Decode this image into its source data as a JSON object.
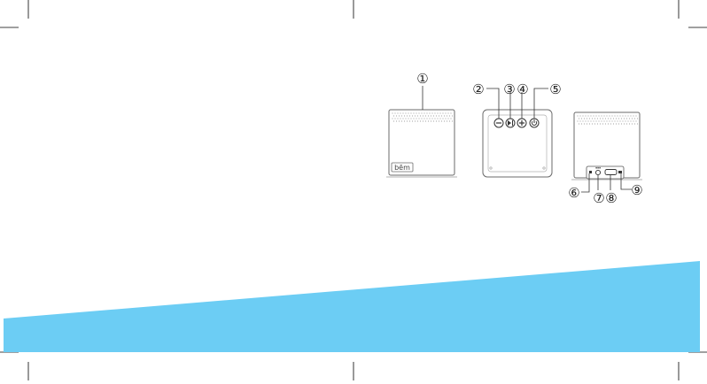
{
  "brand": {
    "logo_text": "bēm"
  },
  "callouts": [
    {
      "id": "1",
      "label": "①"
    },
    {
      "id": "2",
      "label": "②"
    },
    {
      "id": "3",
      "label": "③"
    },
    {
      "id": "4",
      "label": "④"
    },
    {
      "id": "5",
      "label": "⑤"
    },
    {
      "id": "6",
      "label": "⑥"
    },
    {
      "id": "7",
      "label": "⑦"
    },
    {
      "id": "8",
      "label": "⑧"
    },
    {
      "id": "9",
      "label": "⑨"
    }
  ],
  "colors": {
    "accent_band": "#6ccdf4",
    "outline": "#6b6b6b",
    "grille": "#8a8a8a",
    "crop_marks": "#000000"
  },
  "icons": {
    "volume_down": "minus-icon",
    "play_pause": "play-pause-icon",
    "volume_up": "plus-icon",
    "power": "power-icon"
  }
}
